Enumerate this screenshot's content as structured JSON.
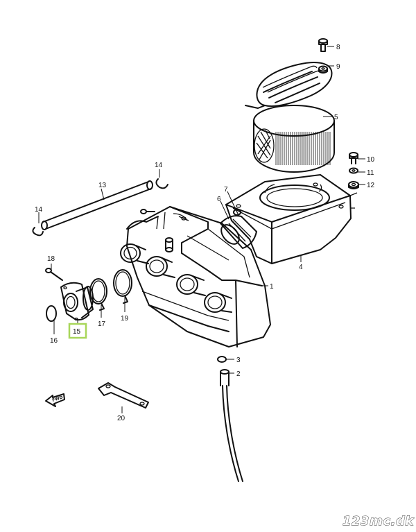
{
  "callouts": [
    {
      "id": "8",
      "label": "8"
    },
    {
      "id": "9",
      "label": "9"
    },
    {
      "id": "5",
      "label": "5"
    },
    {
      "id": "10",
      "label": "10"
    },
    {
      "id": "11",
      "label": "11"
    },
    {
      "id": "12",
      "label": "12"
    },
    {
      "id": "14a",
      "label": "14"
    },
    {
      "id": "13",
      "label": "13"
    },
    {
      "id": "7",
      "label": "7"
    },
    {
      "id": "6",
      "label": "6"
    },
    {
      "id": "14b",
      "label": "14"
    },
    {
      "id": "4",
      "label": "4"
    },
    {
      "id": "18",
      "label": "18"
    },
    {
      "id": "1",
      "label": "1"
    },
    {
      "id": "17",
      "label": "17"
    },
    {
      "id": "19",
      "label": "19"
    },
    {
      "id": "16",
      "label": "16"
    },
    {
      "id": "15",
      "label": "15"
    },
    {
      "id": "3",
      "label": "3"
    },
    {
      "id": "2",
      "label": "2"
    },
    {
      "id": "20",
      "label": "20"
    }
  ],
  "highlighted_part": "15",
  "highlight_color": "#a8d65a",
  "fwd_label": "FWD",
  "watermark": "123mc.dk"
}
